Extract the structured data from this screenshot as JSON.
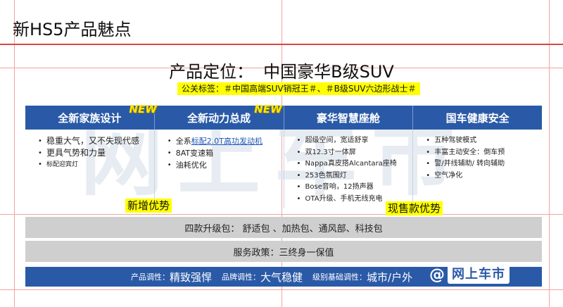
{
  "page_title": "新HS5产品魅点",
  "positioning": {
    "label": "产品定位：",
    "value": "中国豪华B级SUV"
  },
  "tags": {
    "label": "公关标签：",
    "value": "＃中国高端SUV销冠王＃、＃B级SUV六边形战士＃"
  },
  "columns": [
    {
      "title": "全新家族设计",
      "badge": "NEW",
      "items": [
        "稳重大气，又不失现代感",
        "更具气势和力量",
        "标配迎宾灯"
      ]
    },
    {
      "title": "全新动力总成",
      "badge": "NEW",
      "items": [
        "全系",
        "标配2.0T高功发动机",
        "8AT变速箱",
        "油耗优化"
      ]
    },
    {
      "title": "豪华智慧座舱",
      "items": [
        "超级空间，宽适舒享",
        "双12.3寸一体屏",
        "Nappa真皮搭Alcantara座椅",
        "253色氛围灯",
        "Bose音响，12扬声器",
        "OTA升级、手机无线充电"
      ]
    },
    {
      "title": "国车健康安全",
      "items": [
        "五种驾驶模式",
        "丰富主动安全：倒车预",
        "警/并线辅助/ 转向辅助",
        "空气净化"
      ]
    }
  ],
  "notes": {
    "left": "新增优势",
    "right": "现售款优势"
  },
  "upgrade_bar": "四款升级包： 舒适包 、加热包、通风部、科技包",
  "service_bar": "服务政策：三终身一保值",
  "tone": {
    "product_label": "产品调性：",
    "product_value": "精致强悍",
    "brand_label": "品牌调性：",
    "brand_value": "大气稳健",
    "level_label": "级别基础调性：",
    "level_value": "城市/户外"
  },
  "watermark": "网上车市",
  "logo": {
    "at": "@",
    "text": "网上车市"
  },
  "colors": {
    "header_blue": "#2a5aa7",
    "highlight_yellow": "#ffff00",
    "bar_gray": "#cfcfcf",
    "guide_red": "#f1a3a3"
  }
}
